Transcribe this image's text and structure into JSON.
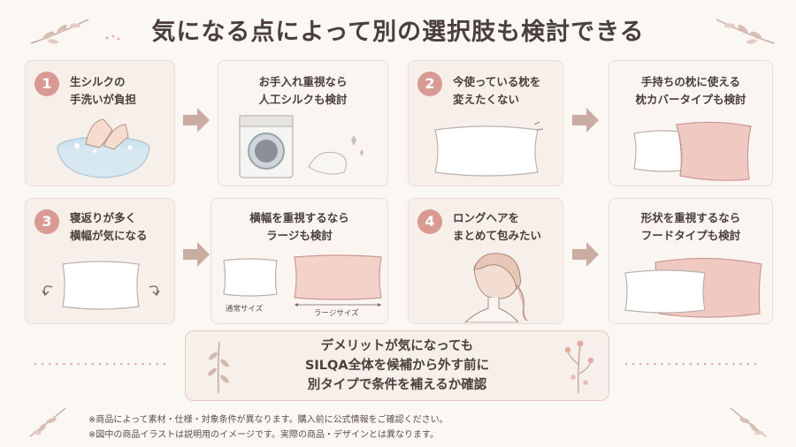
{
  "title": "気になる点によって別の選択肢も検討できる",
  "rows": [
    {
      "num": "1",
      "problem": [
        "生シルクの",
        "手洗いが負担"
      ],
      "solution": [
        "お手入れ重視なら",
        "人工シルクも検討"
      ]
    },
    {
      "num": "2",
      "problem": [
        "今使っている枕を",
        "変えたくない"
      ],
      "solution": [
        "手持ちの枕に使える",
        "枕カバータイプも検討"
      ]
    },
    {
      "num": "3",
      "problem": [
        "寝返りが多く",
        "横幅が気になる"
      ],
      "solution": [
        "横幅を重視するなら",
        "ラージも検討"
      ],
      "captions": [
        "通常サイズ",
        "ラージサイズ"
      ]
    },
    {
      "num": "4",
      "problem": [
        "ロングヘアを",
        "まとめて包みたい"
      ],
      "solution": [
        "形状を重視するなら",
        "フードタイプも検討"
      ]
    }
  ],
  "summary": [
    "デメリットが気になっても",
    "SILQA全体を候補から外す前に",
    "別タイプで条件を補えるか確認"
  ],
  "notes": [
    "※商品によって素材・仕様・対象条件が異なります。購入前に公式情報をご確認ください。",
    "※図中の商品イラストは説明用のイメージです。実際の商品・デザインとは異なります。"
  ],
  "colors": {
    "accent": "#d99a93",
    "card": "#f7efea",
    "text": "#4a3f3a",
    "pink": "#efc9c2"
  }
}
